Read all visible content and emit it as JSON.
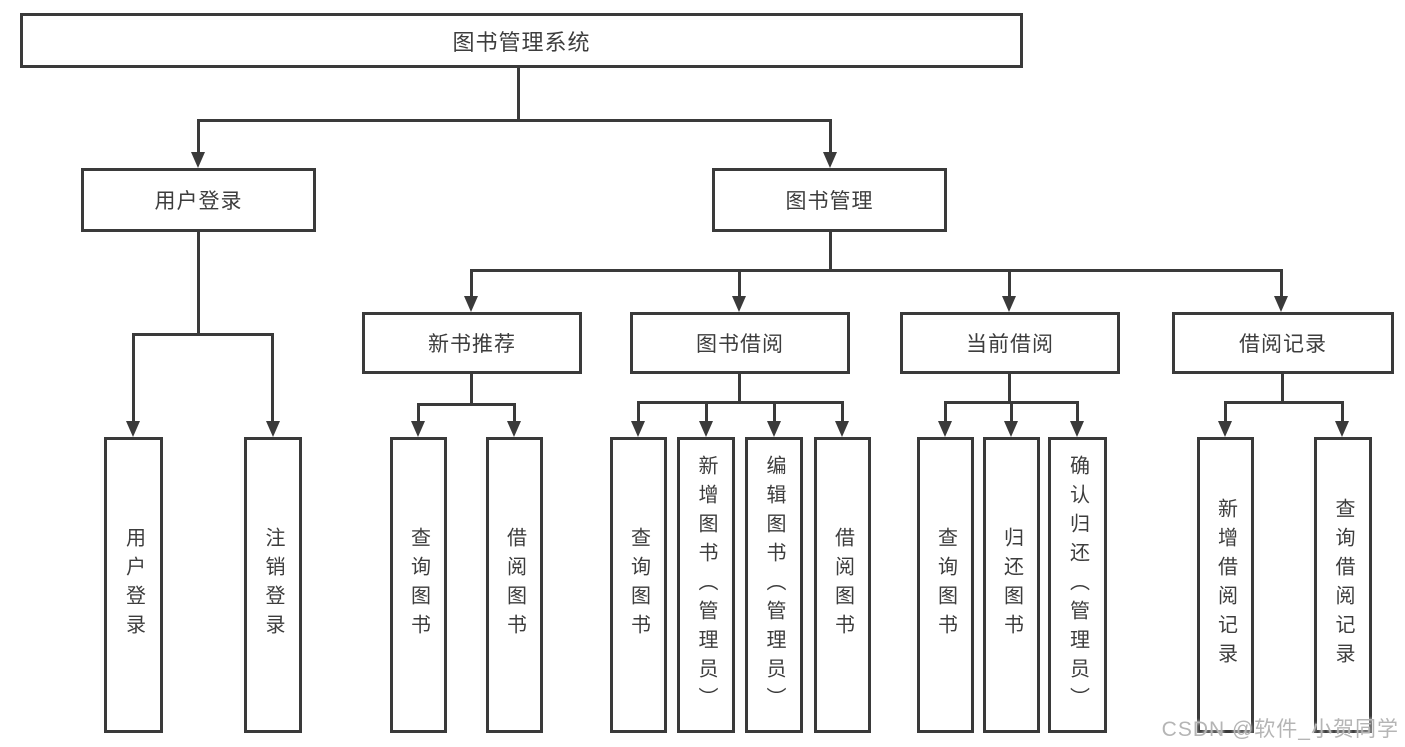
{
  "diagram_type": "tree",
  "tree": {
    "root": "图书管理系统",
    "branches": [
      {
        "label": "用户登录",
        "leaves": [
          "用户登录",
          "注销登录"
        ]
      },
      {
        "label": "图书管理",
        "groups": [
          {
            "label": "新书推荐",
            "leaves": [
              "查询图书",
              "借阅图书"
            ]
          },
          {
            "label": "图书借阅",
            "leaves": [
              "查询图书",
              "新增图书（管理员）",
              "编辑图书（管理员）",
              "借阅图书"
            ]
          },
          {
            "label": "当前借阅",
            "leaves": [
              "查询图书",
              "归还图书",
              "确认归还（管理员）"
            ]
          },
          {
            "label": "借阅记录",
            "leaves": [
              "新增借阅记录",
              "查询借阅记录"
            ]
          }
        ]
      }
    ]
  },
  "watermark": "CSDN @软件_小贺同学",
  "colors": {
    "line": "#3a3a3a",
    "text": "#3d3d3d",
    "background": "#ffffff",
    "watermark": "#b5b5b5"
  }
}
